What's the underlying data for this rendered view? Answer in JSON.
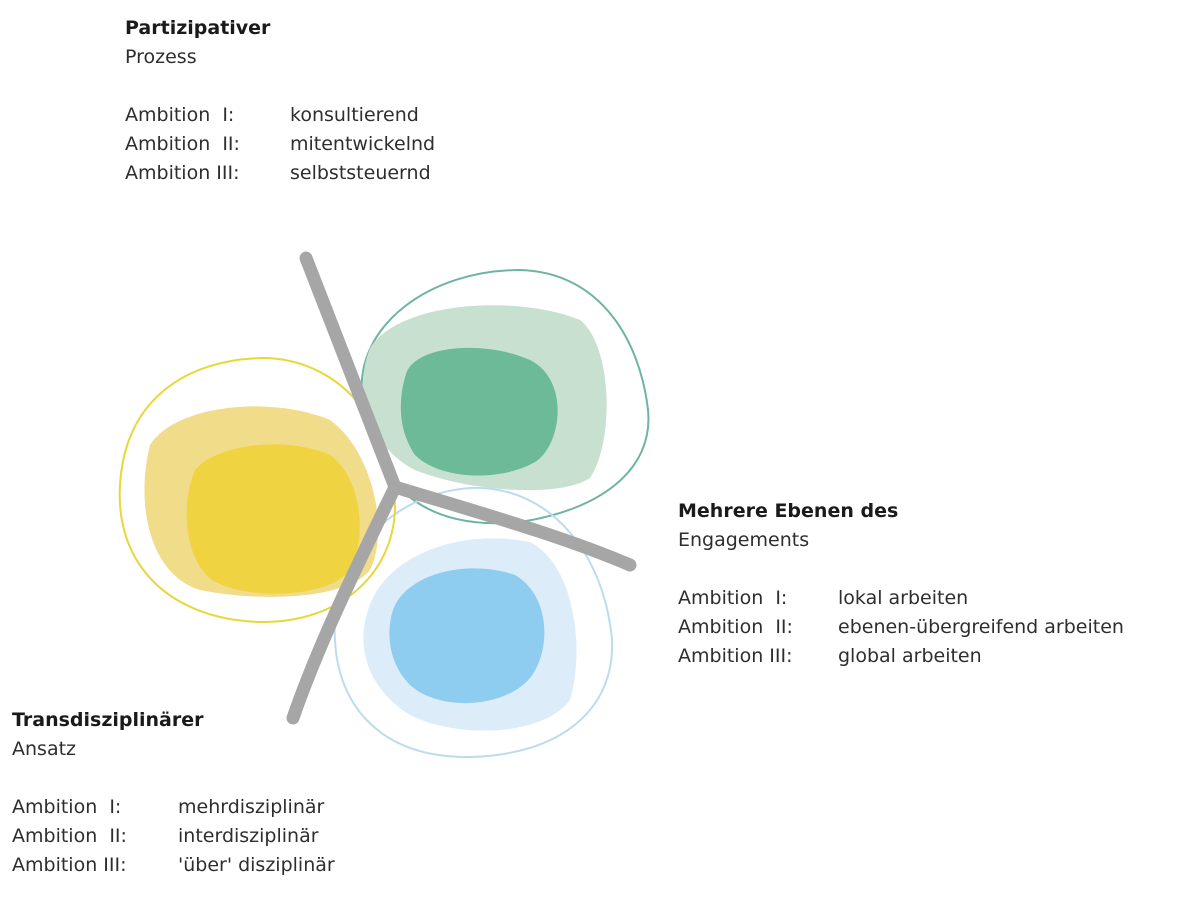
{
  "pillars": [
    {
      "id": "top",
      "title": "Partizipativer",
      "subtitle": "Prozess",
      "ambitions": [
        {
          "label": "Ambition  I:",
          "value": "konsultierend"
        },
        {
          "label": "Ambition  II:",
          "value": "mitentwickelnd"
        },
        {
          "label": "Ambition III:",
          "value": "selbststeuernd"
        }
      ]
    },
    {
      "id": "right",
      "title": "Mehrere Ebenen des",
      "subtitle": "Engagements",
      "ambitions": [
        {
          "label": "Ambition  I:",
          "value": "lokal arbeiten"
        },
        {
          "label": "Ambition  II:",
          "value": "ebenen-übergreifend arbeiten"
        },
        {
          "label": "Ambition III:",
          "value": "global arbeiten"
        }
      ]
    },
    {
      "id": "bottom",
      "title": "Transdisziplinärer",
      "subtitle": "Ansatz",
      "ambitions": [
        {
          "label": "Ambition  I:",
          "value": "mehrdisziplinär"
        },
        {
          "label": "Ambition  II:",
          "value": "interdisziplinär"
        },
        {
          "label": "Ambition III:",
          "value": "'über' disziplinär"
        }
      ]
    }
  ],
  "colors": {
    "yellow_outline": "#e6d83a",
    "yellow_light": "#f1dc8a",
    "yellow_dark": "#efd340",
    "green_outline": "#6fb3a4",
    "green_light": "#c7e0cf",
    "green_dark": "#6cbb96",
    "blue_outline": "#bcdcee",
    "blue_light": "#dcecf9",
    "blue_dark": "#8ecdef",
    "divider": "#a6a6a6"
  }
}
